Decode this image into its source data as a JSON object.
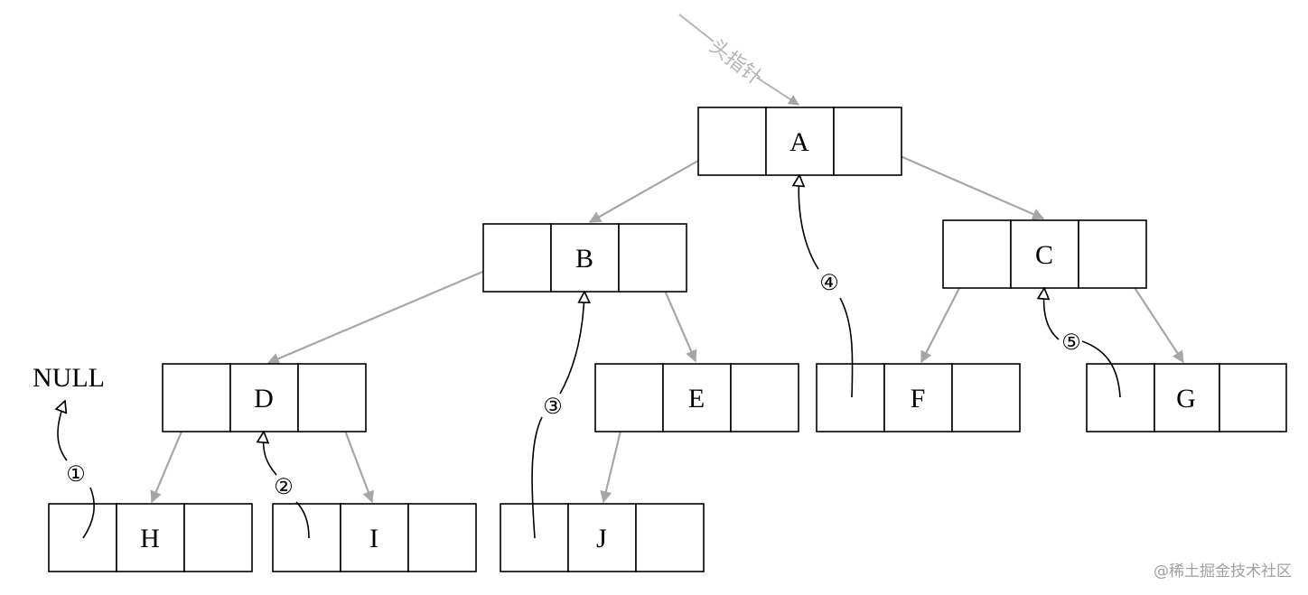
{
  "diagram": {
    "head_pointer_label": "头指针",
    "null_label": "NULL",
    "watermark": "@稀土掘金技术社区",
    "nodes": [
      {
        "id": "A",
        "label": "A"
      },
      {
        "id": "B",
        "label": "B"
      },
      {
        "id": "C",
        "label": "C"
      },
      {
        "id": "D",
        "label": "D"
      },
      {
        "id": "E",
        "label": "E"
      },
      {
        "id": "F",
        "label": "F"
      },
      {
        "id": "G",
        "label": "G"
      },
      {
        "id": "H",
        "label": "H"
      },
      {
        "id": "I",
        "label": "I"
      },
      {
        "id": "J",
        "label": "J"
      }
    ],
    "child_links": [
      {
        "from": "A",
        "to": "B",
        "side": "left"
      },
      {
        "from": "A",
        "to": "C",
        "side": "right"
      },
      {
        "from": "B",
        "to": "D",
        "side": "left"
      },
      {
        "from": "B",
        "to": "E",
        "side": "right"
      },
      {
        "from": "C",
        "to": "F",
        "side": "left"
      },
      {
        "from": "C",
        "to": "G",
        "side": "right"
      },
      {
        "from": "D",
        "to": "H",
        "side": "left"
      },
      {
        "from": "D",
        "to": "I",
        "side": "right"
      },
      {
        "from": "E",
        "to": "J",
        "side": "left"
      }
    ],
    "threads": [
      {
        "label": "①",
        "from": "H",
        "to": "NULL"
      },
      {
        "label": "②",
        "from": "I",
        "to": "D"
      },
      {
        "label": "③",
        "from": "J",
        "to": "B"
      },
      {
        "label": "④",
        "from": "F",
        "to": "A"
      },
      {
        "label": "⑤",
        "from": "G",
        "to": "C"
      }
    ],
    "colors": {
      "node_border": "#000000",
      "child_arrow": "#a6a6a6",
      "thread": "#000000",
      "head_pointer": "#b5b5b5"
    }
  }
}
